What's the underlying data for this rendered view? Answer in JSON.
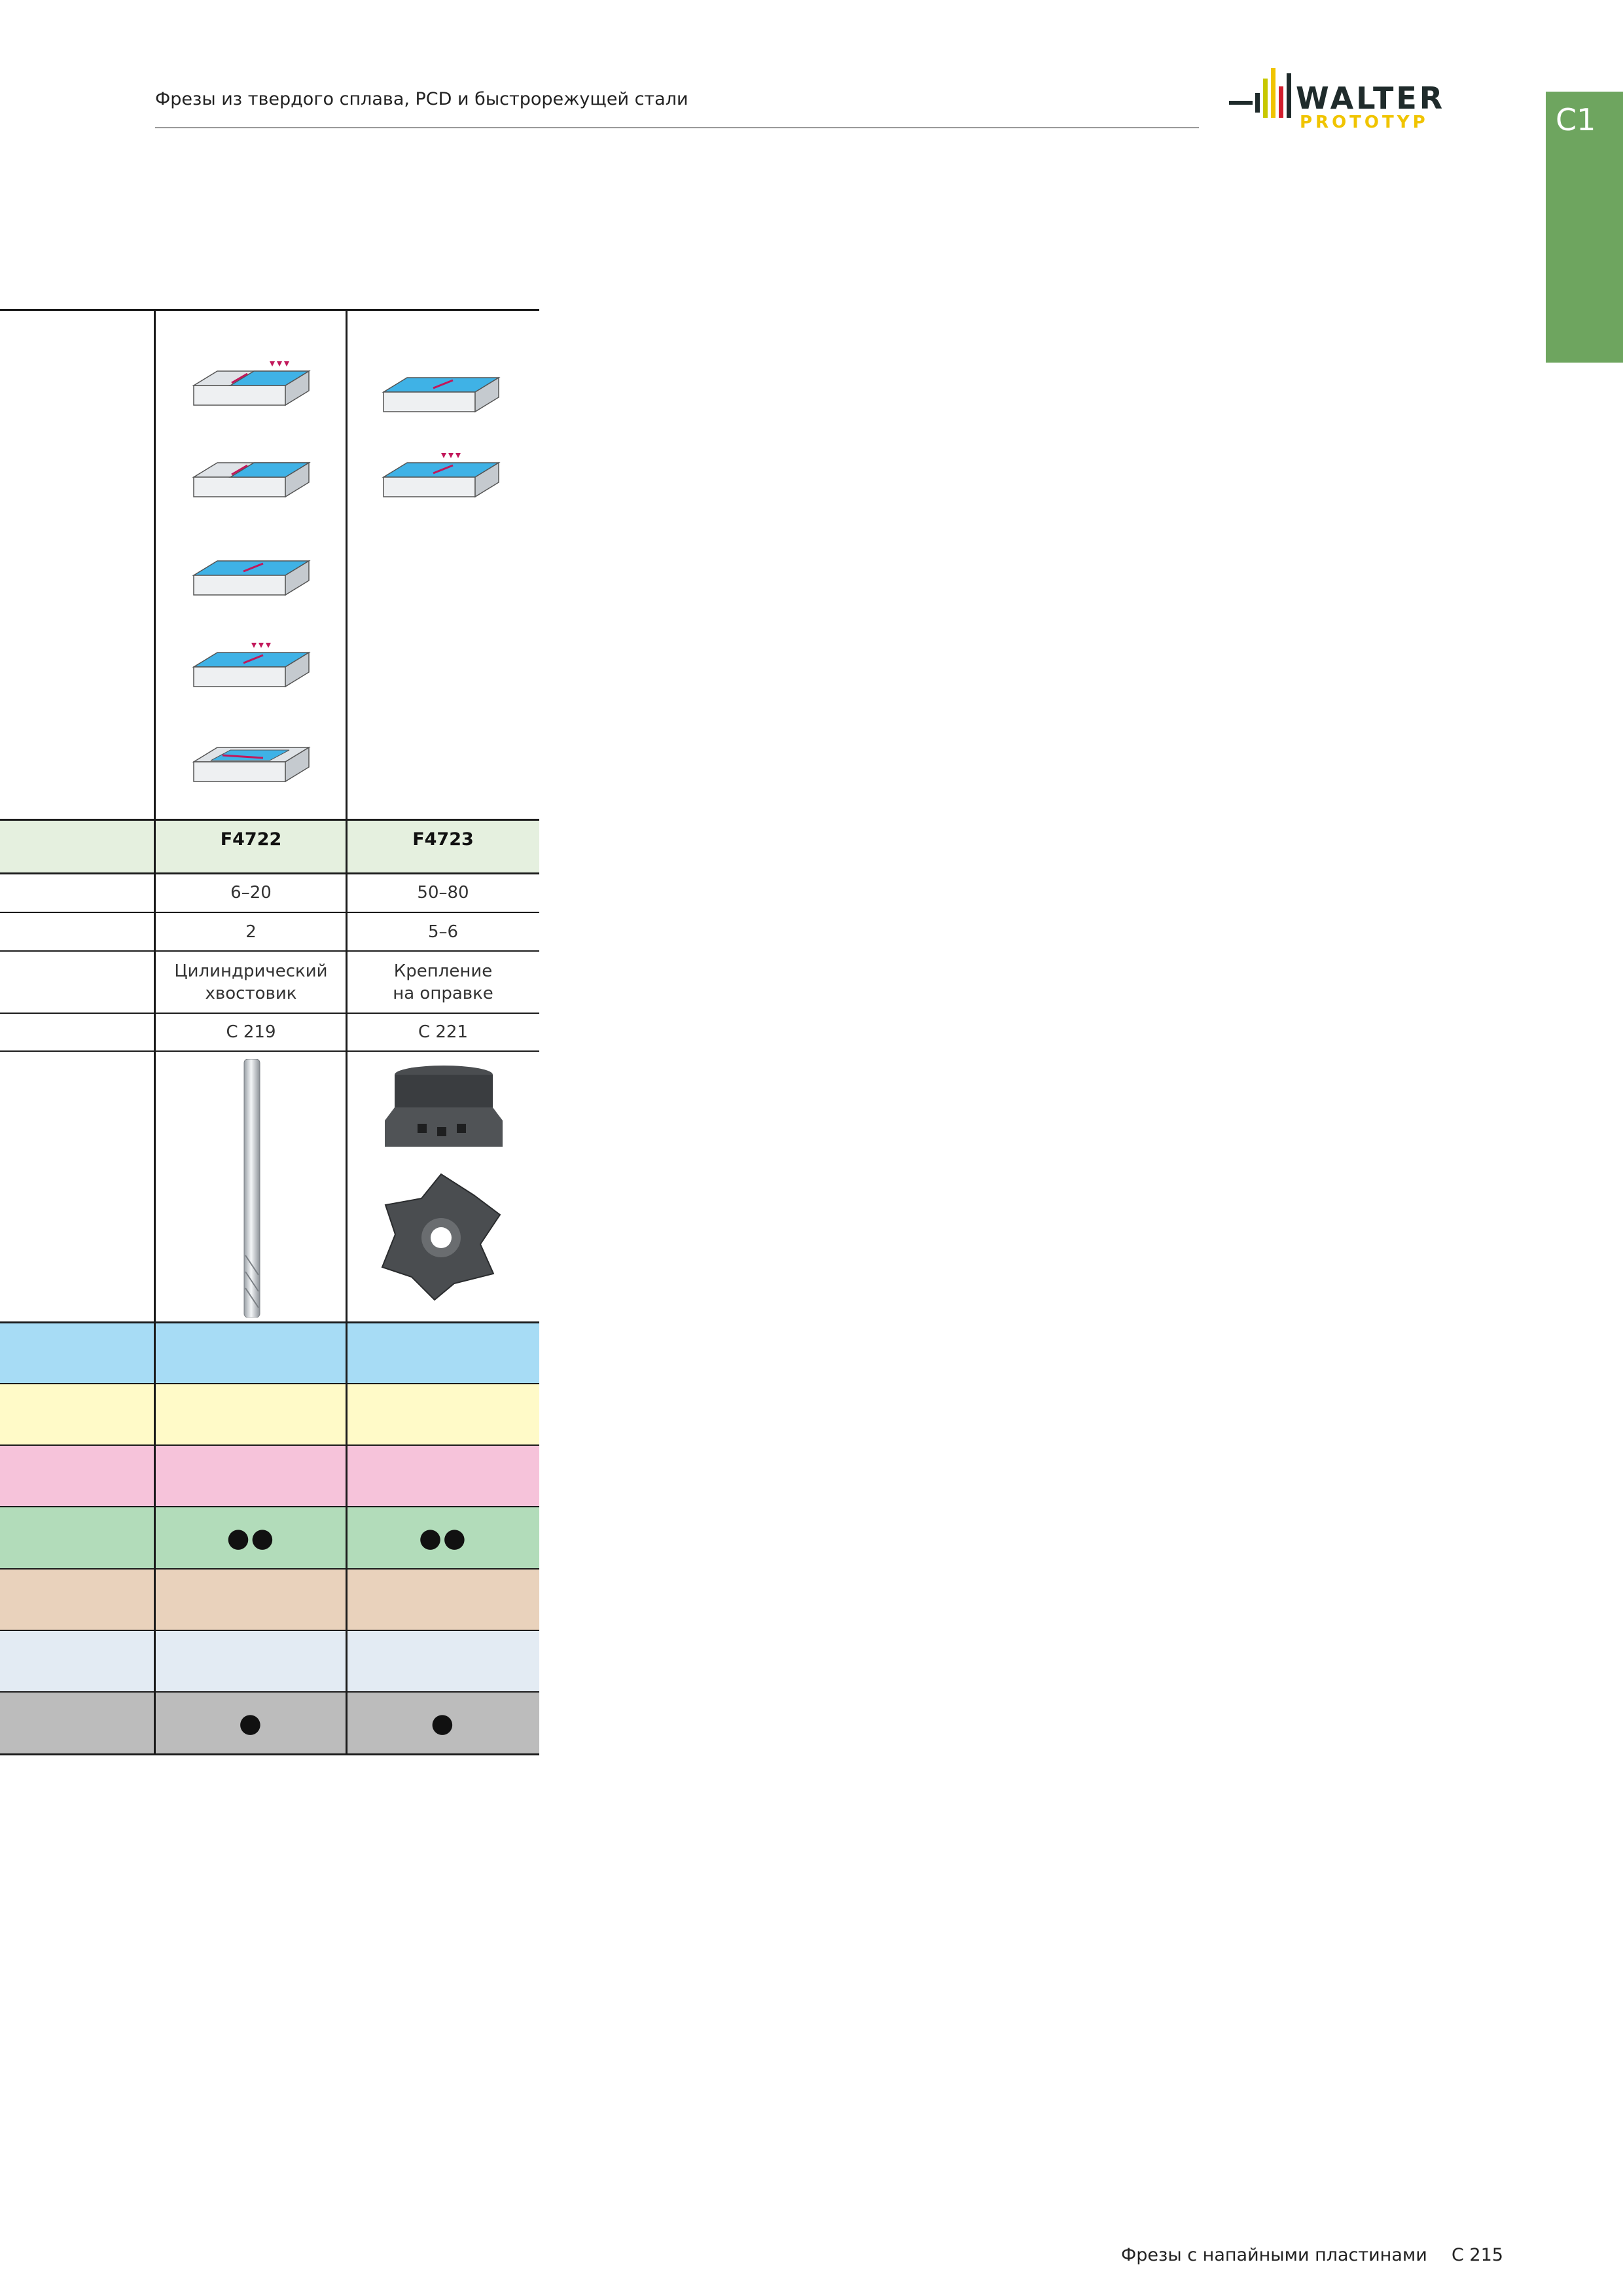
{
  "header": {
    "title": "Фрезы из твердого сплава, PCD и быстрорежущей стали",
    "logo_main": "WALTER",
    "logo_sub": "PROTOTYP",
    "section_tab": "C1",
    "colors": {
      "tab": "#6ea55f",
      "logo_yellow": "#f0c400",
      "logo_dark": "#1f2b2b"
    }
  },
  "table": {
    "product_row": {
      "col1": "F4722",
      "col2": "F4723"
    },
    "rows": [
      {
        "col1": "6–20",
        "col2": "50–80"
      },
      {
        "col1": "2",
        "col2": "5–6"
      },
      {
        "col1_line1": "Цилиндрический",
        "col1_line2": "хвостовик",
        "col2_line1": "Крепление",
        "col2_line2": "на оправке"
      },
      {
        "col1": "C 219",
        "col2": "C 221"
      }
    ],
    "material_rows": [
      {
        "color": "#a7dcf5",
        "col1": "",
        "col2": ""
      },
      {
        "color": "#fffac8",
        "col1": "",
        "col2": ""
      },
      {
        "color": "#f6c3da",
        "col1": "",
        "col2": ""
      },
      {
        "color": "#b2dcba",
        "col1": "●●",
        "col2": "●●"
      },
      {
        "color": "#e9d2bc",
        "col1": "",
        "col2": ""
      },
      {
        "color": "#e3ebf3",
        "col1": "",
        "col2": ""
      },
      {
        "color": "#bcbcbc",
        "col1": "●",
        "col2": "●"
      }
    ],
    "colors": {
      "product_row": "#e5f0df",
      "grid": "#1b1b1b"
    },
    "icons": {
      "col1_operations": [
        "step-milling-finish-icon",
        "step-milling-icon",
        "face-milling-icon",
        "face-milling-finish-icon",
        "slot-milling-icon"
      ],
      "col2_operations": [
        "face-milling-icon",
        "face-milling-finish-icon"
      ],
      "col1_tool": "end-mill-tool-image",
      "col2_tool": [
        "shell-mill-side-image",
        "shell-mill-front-image"
      ]
    }
  },
  "footer": {
    "title": "Фрезы с напайными пластинами",
    "page": "C 215"
  }
}
